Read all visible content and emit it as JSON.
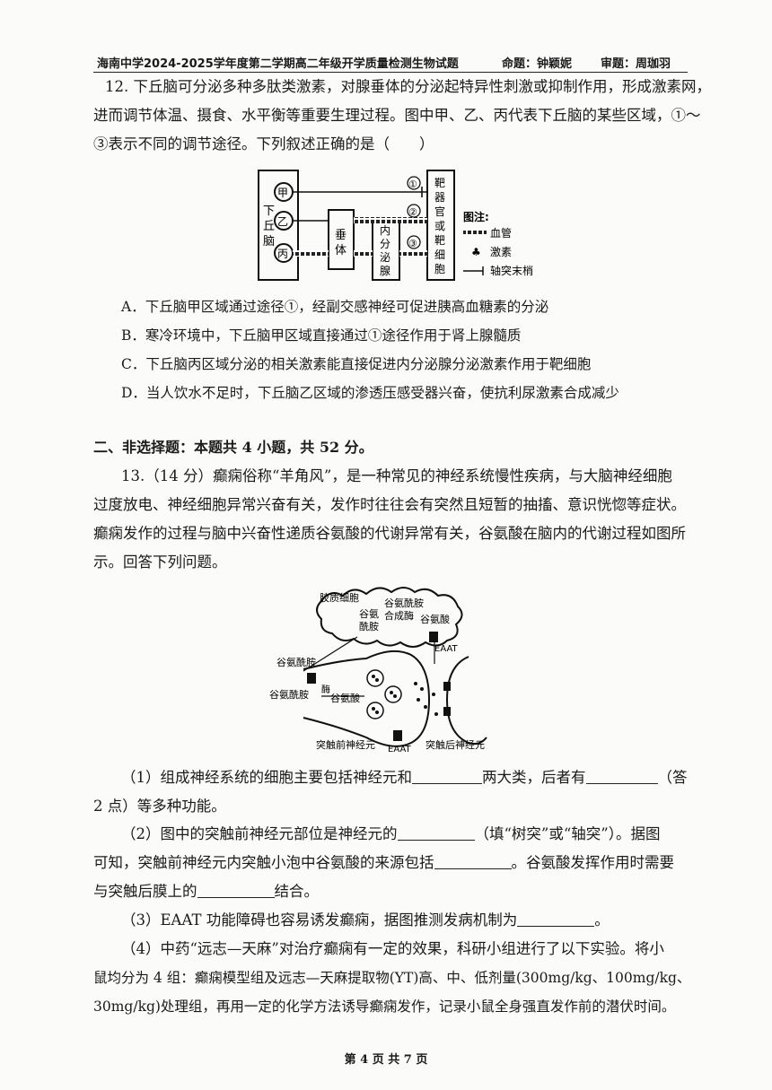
{
  "header": {
    "title": "海南中学2024-2025学年度第二学期高二年级开学质量检测生物试题",
    "author": "命题：钟颖妮",
    "reviewer": "审题：周珈羽"
  },
  "q12": {
    "lines": [
      "12. 下丘脑可分泌多种多肽类激素，对腺垂体的分泌起特异性刺激或抑制作用，形成激素网，",
      "进而调节体温、摄食、水平衡等重要生理过程。图中甲、乙、丙代表下丘脑的某些区域，①～",
      "③表示不同的调节途径。下列叙述正确的是（　　）"
    ],
    "diagram": {
      "hypothalamus": [
        "下",
        "丘",
        "脑"
      ],
      "regions": [
        "甲",
        "乙",
        "丙"
      ],
      "pituitary": [
        "垂",
        "体"
      ],
      "endocrine": [
        "内",
        "分",
        "泌",
        "腺"
      ],
      "target": [
        "靶",
        "器",
        "官",
        "或",
        "靶",
        "细",
        "胞"
      ],
      "paths": [
        "①",
        "②",
        "③"
      ],
      "legend_title": "图注:",
      "legend": [
        "血管",
        "激素",
        "轴突末梢"
      ]
    },
    "options": [
      "A．下丘脑甲区域通过途径①，经副交感神经可促进胰高血糖素的分泌",
      "B．寒冷环境中，下丘脑甲区域直接通过①途径作用于肾上腺髓质",
      "C．下丘脑丙区域分泌的相关激素能直接促进内分泌腺分泌激素作用于靶细胞",
      "D．当人饮水不足时，下丘脑乙区域的渗透压感受器兴奋，使抗利尿激素合成减少"
    ]
  },
  "section2": "二、非选择题：本题共 4 小题，共 52 分。",
  "q13": {
    "lines": [
      "13.（14 分）癫痫俗称“羊角风”，是一种常见的神经系统慢性疾病，与大脑神经细胞",
      "过度放电、神经细胞异常兴奋有关，发作时往往会有突然且短暂的抽搐、意识恍惚等症状。",
      "癫痫发作的过程与脑中兴奋性递质谷氨酸的代谢异常有关，谷氨酸在脑内的代谢过程如图所",
      "示。回答下列问题。"
    ],
    "diagram": {
      "glial": "胶质细胞",
      "synthase": [
        "谷氨酰胺",
        "合成酶"
      ],
      "glutamine_inside": [
        "谷氨",
        "酰胺"
      ],
      "glutamate_top": "谷氨酸",
      "eaat": "EAAT",
      "glutamine_left": "谷氨酰胺",
      "enzyme": "酶",
      "glutamate_mid": "谷氨酸",
      "pre_neuron": "突触前神经元",
      "post_neuron": "突触后神经元"
    },
    "sub1": {
      "a": "（1）组成神经系统的细胞主要包括神经元和",
      "b": "两大类，后者有",
      "c": "（答",
      "d": "2 点）等多种功能。"
    },
    "sub2": {
      "a": "（2）图中的突触前神经元部位是神经元的",
      "b": "（填“树突”或“轴突”）。据图",
      "c": "可知，突触前神经元内突触小泡中谷氨酸的来源包括",
      "d": "。谷氨酸发挥作用时需要",
      "e": "与突触后膜上的",
      "f": "结合。"
    },
    "sub3": {
      "a": "（3）EAAT 功能障碍也容易诱发癫痫，据图推测发病机制为",
      "b": "。"
    },
    "sub4": [
      "（4）中药“远志—天麻”对治疗癫痫有一定的效果，科研小组进行了以下实验。将小",
      "鼠均分为 4 组：癫痫模型组及远志—天麻提取物(YT)高、中、低剂量(300mg/kg、100mg/kg、",
      "30mg/kg)处理组，再用一定的化学方法诱导癫痫发作，记录小鼠全身强直发作前的潜伏时间。"
    ]
  },
  "footer": "第 4 页 共 7 页"
}
